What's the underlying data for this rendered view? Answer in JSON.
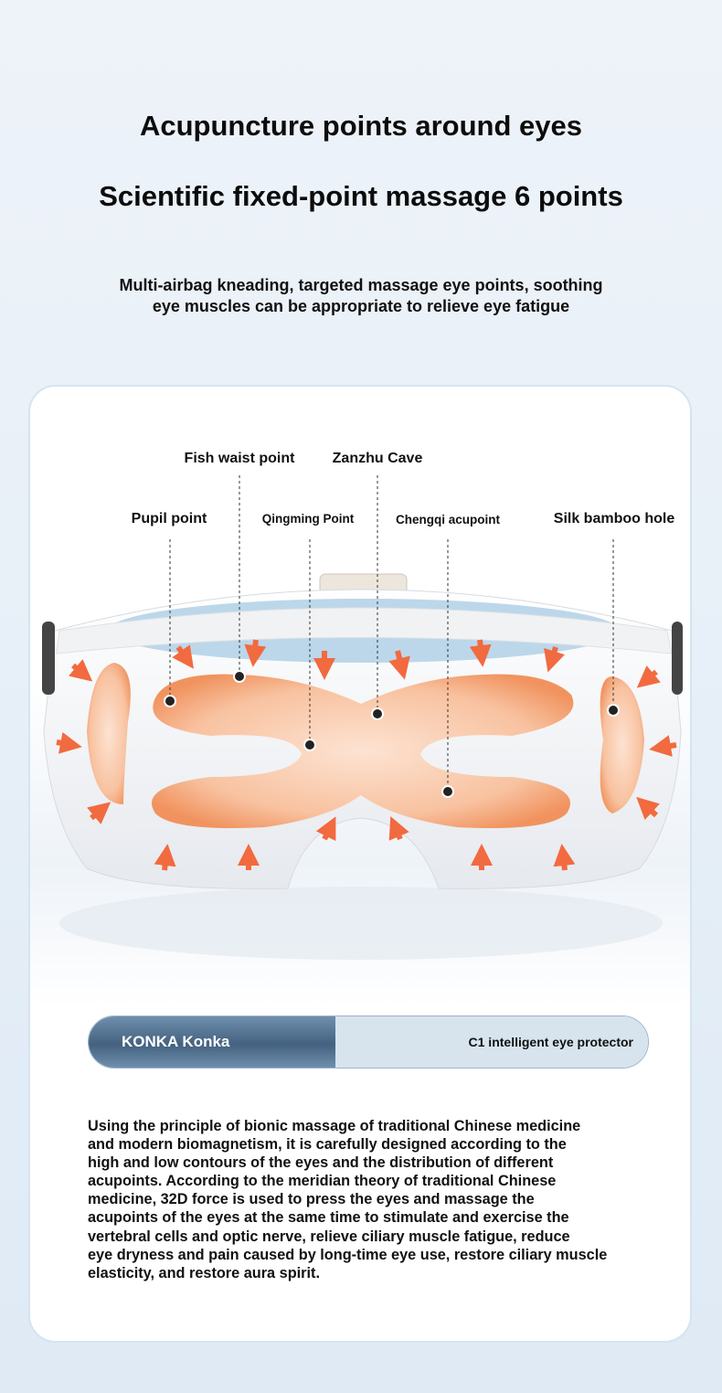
{
  "header": {
    "title_line1": "Acupuncture points around eyes",
    "title_line2": "Scientific fixed-point massage 6 points",
    "subtitle_line1": "Multi-airbag kneading, targeted massage eye points, soothing",
    "subtitle_line2": "eye muscles can be appropriate to relieve eye fatigue"
  },
  "points": [
    {
      "label": "Fish waist point"
    },
    {
      "label": "Zanzhu Cave"
    },
    {
      "label": "Pupil point"
    },
    {
      "label": "Qingming Point"
    },
    {
      "label": "Chengqi acupoint"
    },
    {
      "label": "Silk bamboo hole"
    }
  ],
  "brand": {
    "name": "KONKA Konka",
    "product": "C1 intelligent eye protector"
  },
  "colors": {
    "accent_orange": "#f47a4e",
    "pad": "#f6b894",
    "brand_blue": "#4d6c8a"
  },
  "description": {
    "lines": [
      "Using the principle of bionic massage of traditional Chinese medicine",
      "and modern biomagnetism, it is carefully designed according to the",
      "high and low contours of the eyes and the distribution of different",
      "acupoints. According to the meridian theory of traditional Chinese",
      "medicine, 32D force is used to press the eyes and massage the",
      "acupoints of the eyes at the same time to stimulate and exercise the",
      "vertebral cells and optic nerve, relieve ciliary muscle fatigue, reduce",
      "eye dryness and pain caused by long-time eye use, restore ciliary muscle",
      "elasticity, and restore aura spirit."
    ]
  }
}
